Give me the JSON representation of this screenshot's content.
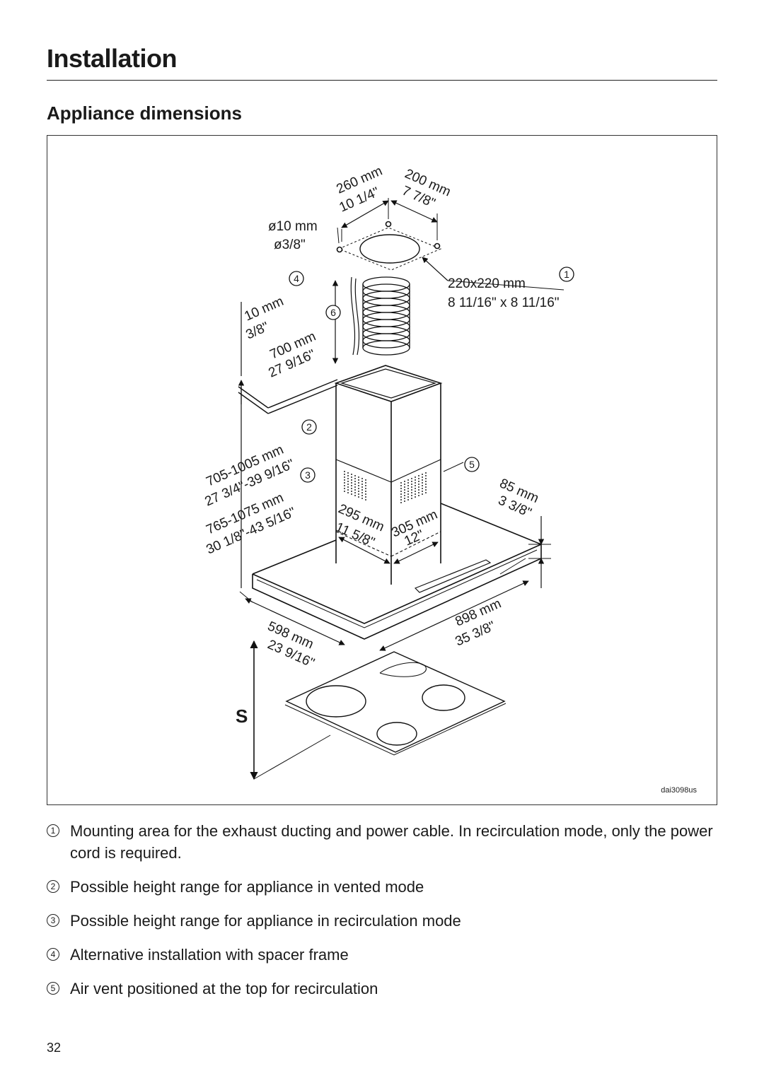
{
  "header": {
    "title": "Installation",
    "section": "Appliance dimensions"
  },
  "figure": {
    "code": "dai3098us",
    "labels": {
      "d260mm": "260 mm",
      "d260in": "10 1/4\"",
      "d200mm": "200 mm",
      "d200in": "7 7/8\"",
      "d10mm_hole": "ø10 mm",
      "d10in_hole": "ø3/8\"",
      "d220mm": "220x220 mm",
      "d220in": "8 11/16\" x 8 11/16\"",
      "d10mm": "10 mm",
      "d10in": "3/8\"",
      "d700mm": "700 mm",
      "d700in": "27 9/16\"",
      "d705mm": "705-1005 mm",
      "d705in": "27 3/4\"-39 9/16\"",
      "d765mm": "765-1075 mm",
      "d765in": "30 1/8\"-43 5/16\"",
      "d295mm": "295 mm",
      "d295in": "11 5/8\"",
      "d305mm": "305 mm",
      "d305in": "12\"",
      "d85mm": "85 mm",
      "d85in": "3 3/8\"",
      "d898mm": "898 mm",
      "d898in": "35 3/8\"",
      "d598mm": "598 mm",
      "d598in": "23 9/16\"",
      "s": "S"
    },
    "callouts": [
      "1",
      "2",
      "3",
      "4",
      "5",
      "6"
    ]
  },
  "legend": [
    {
      "num": "1",
      "text": "Mounting area for the exhaust ducting and power cable. In recirculation mode, only the power cord is required."
    },
    {
      "num": "2",
      "text": "Possible height range for appliance in vented mode"
    },
    {
      "num": "3",
      "text": "Possible height range for appliance in recirculation mode"
    },
    {
      "num": "4",
      "text": "Alternative installation with spacer frame"
    },
    {
      "num": "5",
      "text": "Air vent positioned at the top for recirculation"
    }
  ],
  "page_number": "32"
}
